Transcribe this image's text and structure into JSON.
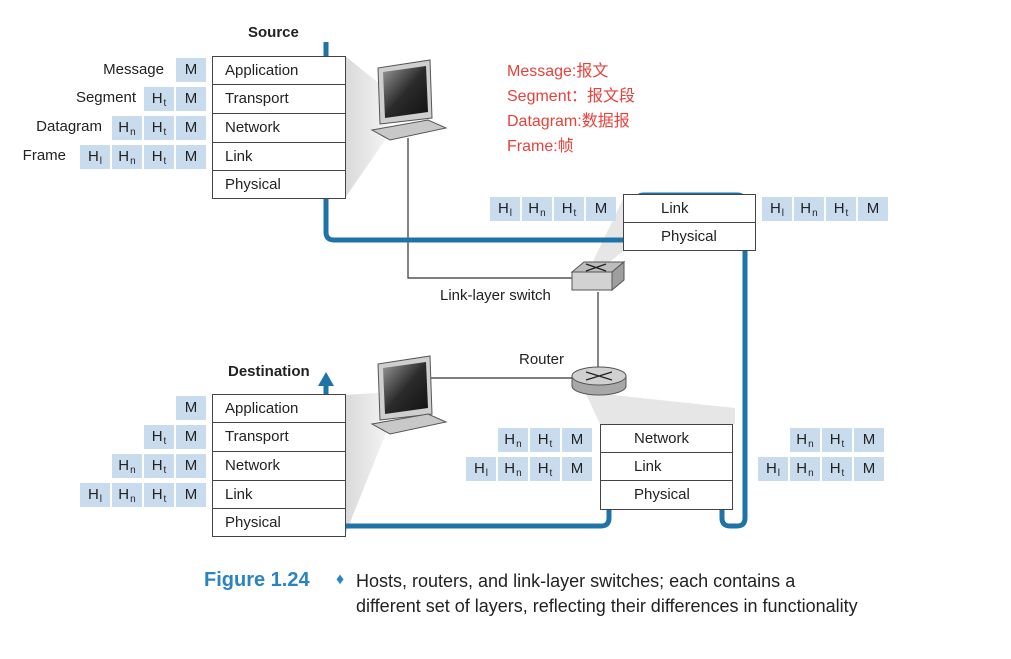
{
  "source_title": "Source",
  "destination_title": "Destination",
  "switch_label": "Link-layer switch",
  "router_label": "Router",
  "pdu_labels": [
    "Message",
    "Segment",
    "Datagram",
    "Frame"
  ],
  "layer_names": {
    "application": "Application",
    "transport": "Transport",
    "network": "Network",
    "link": "Link",
    "physical": "Physical"
  },
  "header_tokens": {
    "message": "M",
    "transport": {
      "base": "H",
      "sub": "t"
    },
    "network": {
      "base": "H",
      "sub": "n"
    },
    "link": {
      "base": "H",
      "sub": "l"
    }
  },
  "notes": [
    "Message:报文",
    "Segment：报文段",
    "Datagram:数据报",
    "Frame:帧"
  ],
  "caption": {
    "number": "Figure 1.24",
    "bullet": "♦",
    "line1": "Hosts, routers, and link-layer switches; each contains a",
    "line2": "different set of layers, reflecting their differences in functionality"
  },
  "colors": {
    "flow_line": "#1e73a8",
    "header_fill": "#c9dcee",
    "note_text": "#e8413a",
    "caption_number": "#2a83c5"
  },
  "icons": [
    "computer-icon",
    "switch-icon",
    "router-icon",
    "arrow-up-icon"
  ]
}
